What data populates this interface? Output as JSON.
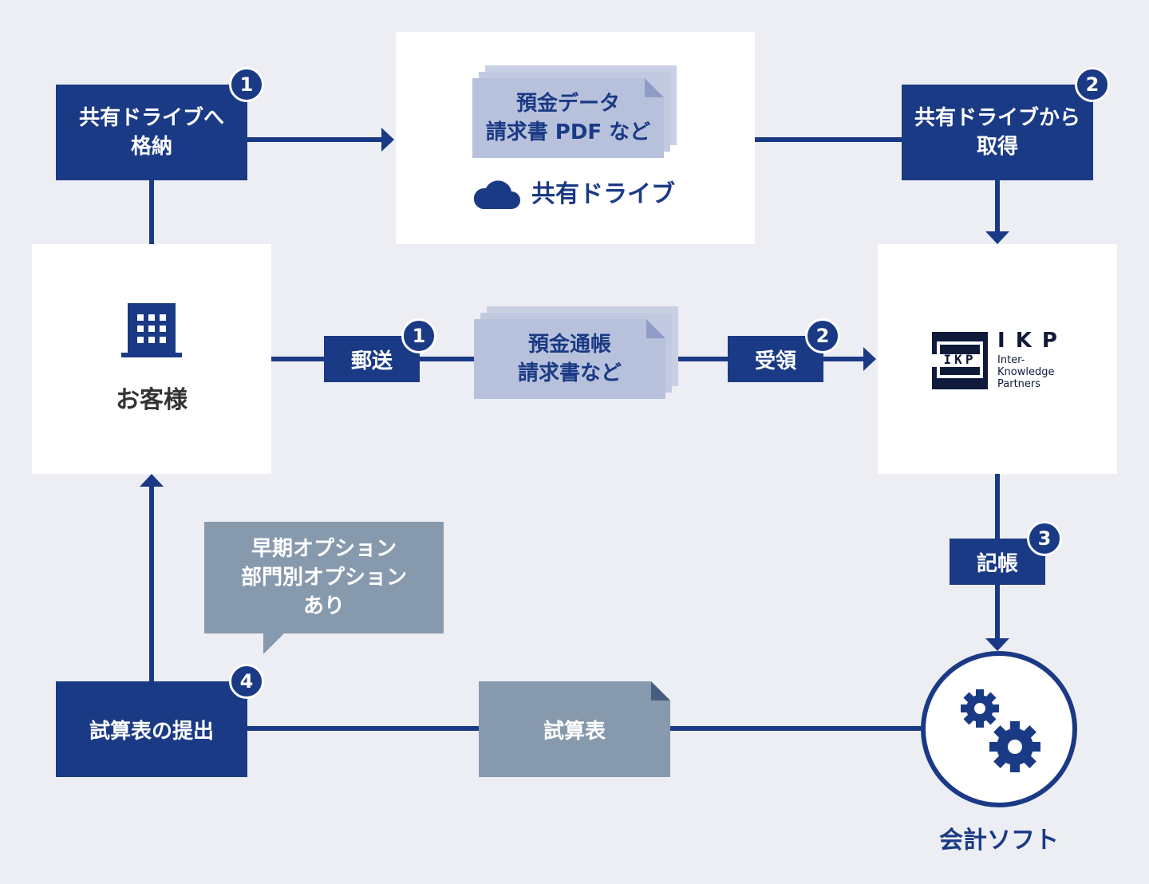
{
  "colors": {
    "navy": "#1b3a85",
    "background": "#eceef4",
    "doc_fill": "#b7c1dc",
    "gray_fill": "#8799ad"
  },
  "steps": {
    "store_shared_drive": {
      "label": "共有ドライブへ\n格納",
      "badge": "1"
    },
    "get_from_shared_drive": {
      "label": "共有ドライブから\n取得",
      "badge": "2"
    },
    "mail": {
      "label": "郵送",
      "badge": "1"
    },
    "receive": {
      "label": "受領",
      "badge": "2"
    },
    "bookkeeping": {
      "label": "記帳",
      "badge": "3"
    },
    "submit_trial_balance": {
      "label": "試算表の提出",
      "badge": "4"
    }
  },
  "shared_drive": {
    "doc_text": "預金データ\n請求書 PDF など",
    "name": "共有ドライブ",
    "icon": "cloud-icon"
  },
  "postal_docs": {
    "doc_text": "預金通帳\n請求書など"
  },
  "customer": {
    "label": "お客様",
    "icon": "building-icon"
  },
  "ikp": {
    "letters": "I K P",
    "tagline_line1": "Inter-",
    "tagline_line2": "Knowledge",
    "tagline_line3": "Partners",
    "logo_mark": "IKP"
  },
  "options_note": "早期オプション\n部門別オプション\nあり",
  "trial_balance_doc": "試算表",
  "accounting_software": {
    "label": "会計ソフト",
    "icon": "gears-icon"
  }
}
